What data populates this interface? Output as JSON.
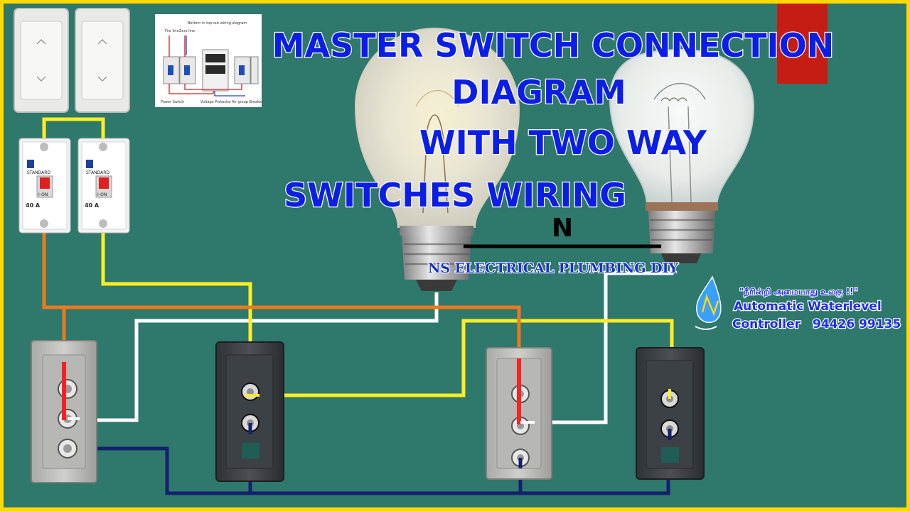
{
  "title": {
    "line1": "MASTER SWITCH CONNECTION",
    "line2": "DIAGRAM",
    "line3": "WITH TWO WAY",
    "line4": "SWITCHES WIRING"
  },
  "neutral_label": "N",
  "watermark": "NS ELECTRICAL PLUMBING DIY",
  "logo": {
    "tagline": "\"நீரின்றி அமையாது உலகு !!\"",
    "line1": "Automatic Waterlevel",
    "line2": "Controller",
    "phone": "94426 99135"
  },
  "breakers": [
    {
      "brand": "STANDARD",
      "rating": "40 A",
      "state": "I-ON"
    },
    {
      "brand": "STANDARD",
      "rating": "40 A",
      "state": "I-ON"
    }
  ],
  "reference_diagram": {
    "heading": "Bottom in top out wiring diagram",
    "labels": [
      "Fire line",
      "Zero line",
      "Power Switch",
      "Voltage Protector",
      "Air group Breaker"
    ]
  },
  "colors": {
    "background": "#2e786c",
    "border": "#ffd900",
    "phase_wire": "#ee7a1e",
    "phase_switched": "#ff2020",
    "traveler_yellow": "#ffee22",
    "traveler_white": "#ffffff",
    "common_blue": "#14206e",
    "title_text": "#0b1ee6"
  }
}
